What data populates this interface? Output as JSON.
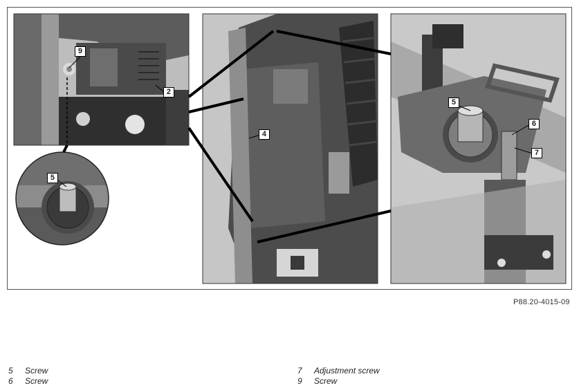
{
  "figure": {
    "reference_code": "P88.20-4015-09",
    "callouts": {
      "screw_9_top": "9",
      "part_2": "2",
      "screw_5_zoom": "5",
      "part_4": "4",
      "screw_5_right": "5",
      "screw_6": "6",
      "screw_7": "7"
    }
  },
  "legend": {
    "left": [
      {
        "num": "5",
        "label": "Screw"
      },
      {
        "num": "6",
        "label": "Screw"
      }
    ],
    "right": [
      {
        "num": "7",
        "label": "Adjustment screw"
      },
      {
        "num": "9",
        "label": "Screw"
      }
    ]
  },
  "colors": {
    "panel_bg": "#c4c4c4",
    "dark_part": "#3a3a3a",
    "mid_part": "#7a7a7a",
    "label_bg": "#ffffff",
    "leader": "#000000"
  }
}
